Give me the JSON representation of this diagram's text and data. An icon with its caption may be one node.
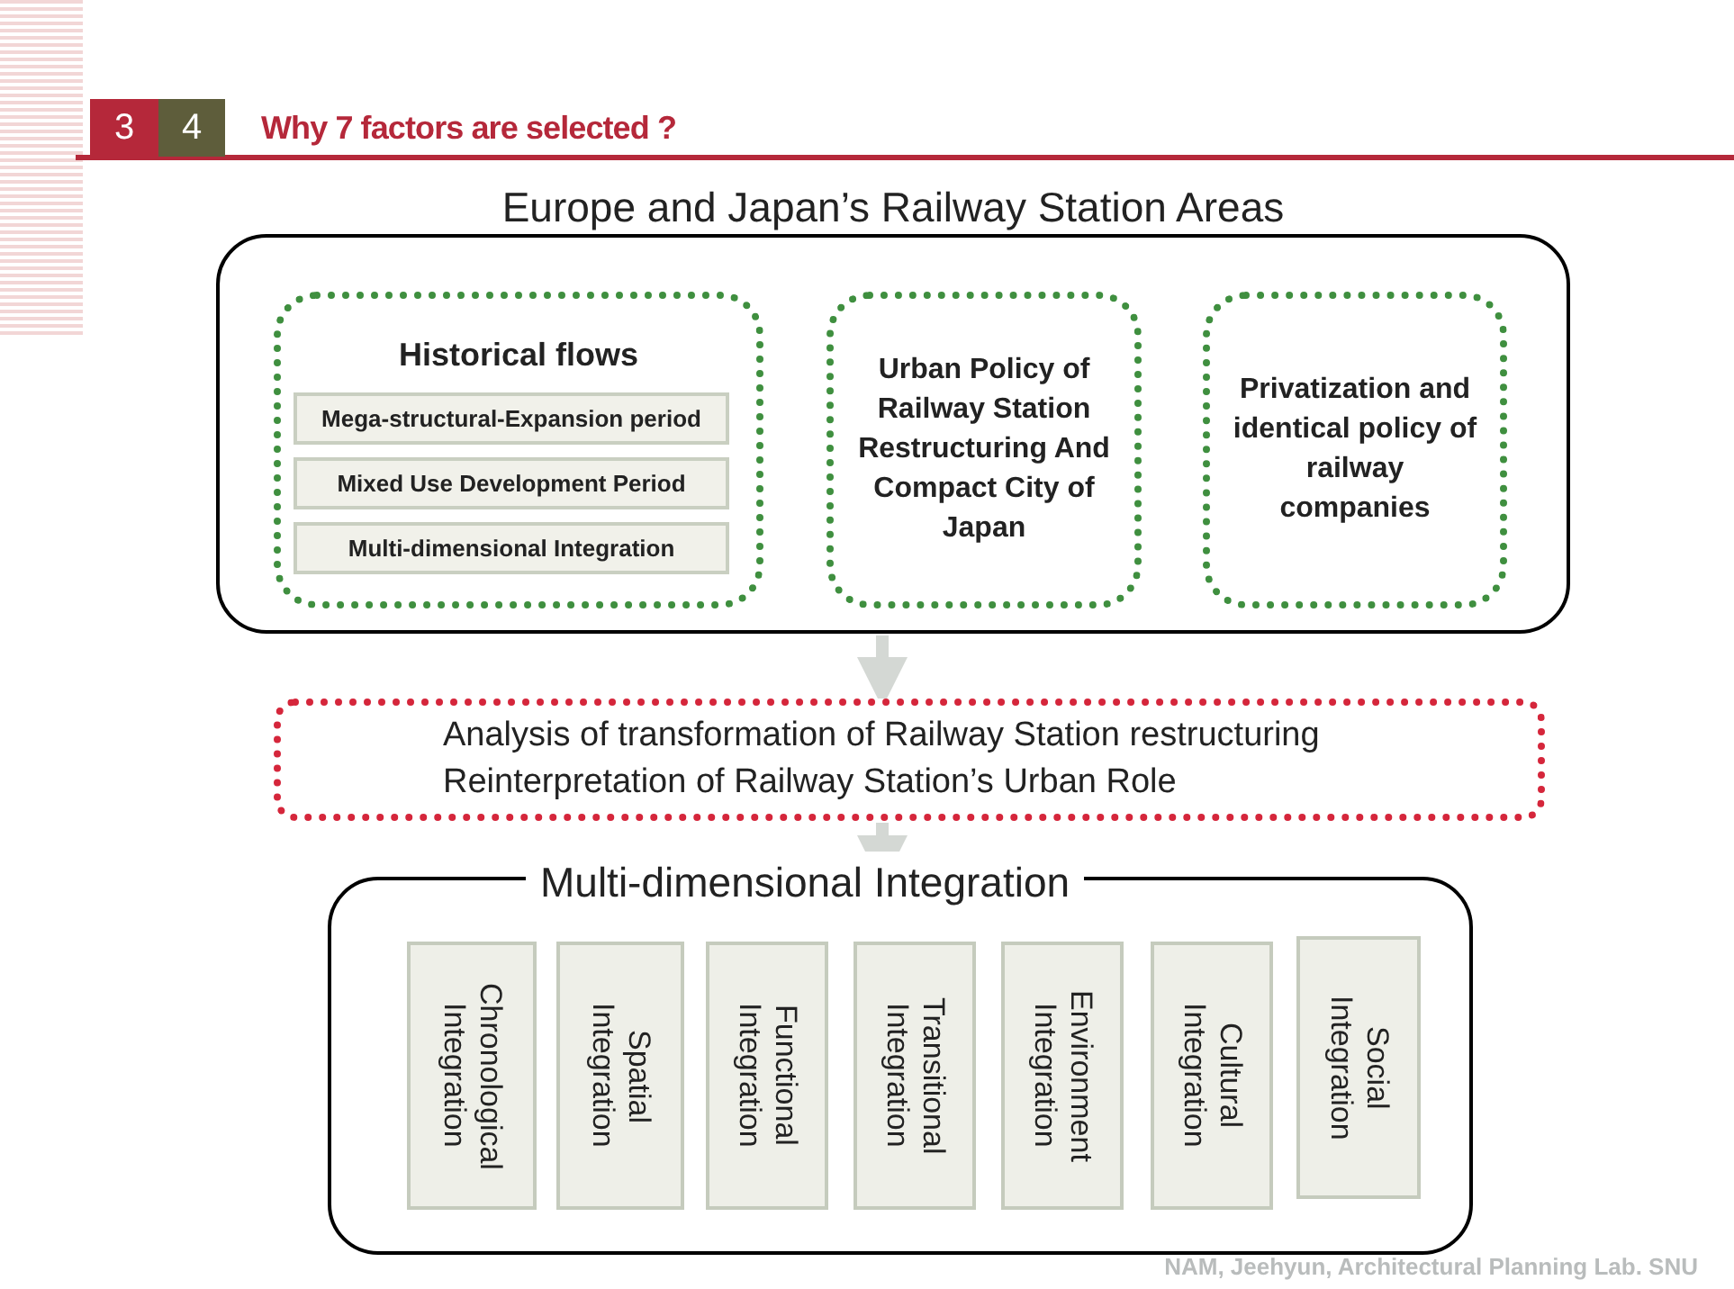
{
  "diagram": {
    "title": "Why 7 factors are selected ?",
    "nodes": [
      {
        "text": [
          "Europe and Japan’s Railway Station Areas"
        ]
      },
      {
        "text": [
          "Historical flows"
        ],
        "in": 0
      },
      {
        "text": [
          "Mega-structural-Expansion period"
        ],
        "in": 1
      },
      {
        "text": [
          "Mixed Use Development Period"
        ],
        "in": 1
      },
      {
        "text": [
          "Multi-dimensional Integration"
        ],
        "in": 1
      },
      {
        "text": [
          "Urban Policy of Railway Station Restructuring And Compact City of Japan"
        ],
        "in": 0
      },
      {
        "text": [
          "Privatization and identical policy of railway companies"
        ],
        "in": 0
      },
      {
        "text": [
          "Analysis of transformation of Railway Station restructuring",
          "Reinterpretation of Railway Station’s Urban Role"
        ]
      },
      {
        "text": [
          "Multi-dimensional Integration"
        ]
      },
      {
        "text": [
          "Chronological Integration"
        ],
        "in": 8
      },
      {
        "text": [
          "Spatial Integration"
        ],
        "in": 8
      },
      {
        "text": [
          "Functional Integration"
        ],
        "in": 8
      },
      {
        "text": [
          "Transitional Integration"
        ],
        "in": 8
      },
      {
        "text": [
          "Environment Integration"
        ],
        "in": 8
      },
      {
        "text": [
          "Cultural Integration"
        ],
        "in": 8
      },
      {
        "text": [
          "Social Integration"
        ],
        "in": 8
      }
    ],
    "edges": [
      {
        "from": 0,
        "to": 7,
        "arrow": "to",
        "color": "#d4d8d4"
      },
      {
        "from": 7,
        "to": 8,
        "arrow": "to",
        "color": "#d4d8d4"
      }
    ],
    "labels": [
      "3",
      "4",
      "NAM, Jeehyun, Architectural Planning Lab. SNU"
    ]
  }
}
